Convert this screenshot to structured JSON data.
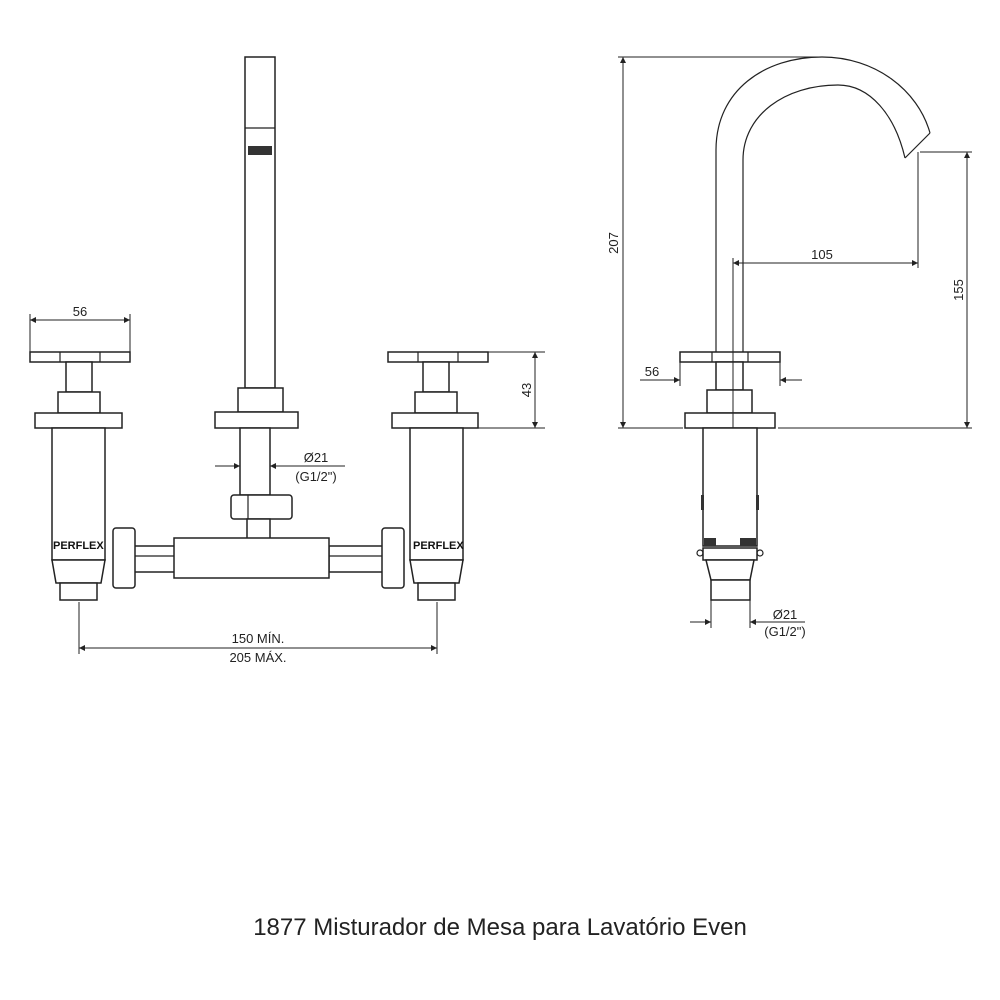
{
  "caption": "1877 Misturador de Mesa para Lavatório Even",
  "front_view": {
    "handle_width": "56",
    "handle_height": "43",
    "diameter": "Ø21",
    "thread": "(G1/2\")",
    "spacing_min": "150 MÍN.",
    "spacing_max": "205 MÁX.",
    "brand_label": "PERFLEX"
  },
  "side_view": {
    "total_height": "207",
    "spout_height": "155",
    "spout_reach": "105",
    "handle_width": "56",
    "diameter": "Ø21",
    "thread": "(G1/2\")"
  }
}
